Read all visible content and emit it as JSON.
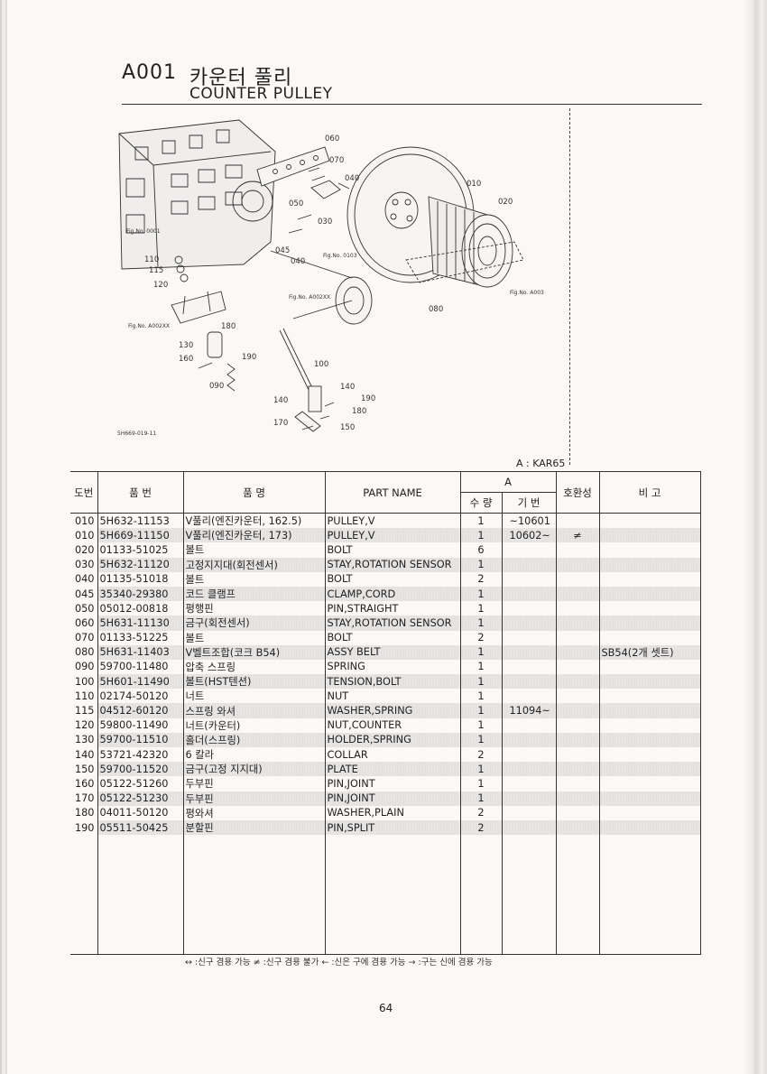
{
  "header": {
    "code": "A001",
    "title_kr": "카운터 풀리",
    "title_en": "COUNTER PULLEY"
  },
  "diagram": {
    "callouts": [
      "060",
      "070",
      "040",
      "050",
      "030",
      "045",
      "040",
      "010",
      "020",
      "110",
      "115",
      "120",
      "180",
      "130",
      "190",
      "160",
      "090",
      "100",
      "140",
      "140",
      "190",
      "180",
      "170",
      "150",
      "080"
    ],
    "fig_refs": [
      "Fig.No. 0001",
      "Fig.No. 0103",
      "Fig.No. A002XX",
      "Fig.No. A002XX",
      "Fig.No. A003"
    ],
    "drawing_no": "5H669-019-11"
  },
  "model_note": "A : KAR65",
  "table": {
    "headers": {
      "no": "도번",
      "part_no": "품 번",
      "name_kr": "품 명",
      "part_name": "PART NAME",
      "group_a": "A",
      "qty": "수 량",
      "serial": "기 번",
      "compat": "호환성",
      "remarks": "비 고"
    },
    "rows": [
      {
        "no": "010",
        "part": "5H632-11153",
        "kr": "V풀리(엔진카운터, 162.5)",
        "en": "PULLEY,V",
        "qty": "1",
        "serial": "~10601",
        "sym": "",
        "remark": "",
        "gray": false
      },
      {
        "no": "010",
        "part": "5H669-11150",
        "kr": "V풀리(엔진카운터, 173)",
        "en": "PULLEY,V",
        "qty": "1",
        "serial": "10602~",
        "sym": "≠",
        "remark": "",
        "gray": true
      },
      {
        "no": "020",
        "part": "01133-51025",
        "kr": "볼트",
        "en": "BOLT",
        "qty": "6",
        "serial": "",
        "sym": "",
        "remark": "",
        "gray": false
      },
      {
        "no": "030",
        "part": "5H632-11120",
        "kr": "고정지지대(회전센서)",
        "en": "STAY,ROTATION SENSOR",
        "qty": "1",
        "serial": "",
        "sym": "",
        "remark": "",
        "gray": true
      },
      {
        "no": "040",
        "part": "01135-51018",
        "kr": "볼트",
        "en": "BOLT",
        "qty": "2",
        "serial": "",
        "sym": "",
        "remark": "",
        "gray": false
      },
      {
        "no": "045",
        "part": "35340-29380",
        "kr": "코드 클램프",
        "en": "CLAMP,CORD",
        "qty": "1",
        "serial": "",
        "sym": "",
        "remark": "",
        "gray": true
      },
      {
        "no": "050",
        "part": "05012-00818",
        "kr": "평행핀",
        "en": "PIN,STRAIGHT",
        "qty": "1",
        "serial": "",
        "sym": "",
        "remark": "",
        "gray": false
      },
      {
        "no": "060",
        "part": "5H631-11130",
        "kr": "금구(회전센서)",
        "en": "STAY,ROTATION SENSOR",
        "qty": "1",
        "serial": "",
        "sym": "",
        "remark": "",
        "gray": true
      },
      {
        "no": "070",
        "part": "01133-51225",
        "kr": "볼트",
        "en": "BOLT",
        "qty": "2",
        "serial": "",
        "sym": "",
        "remark": "",
        "gray": false
      },
      {
        "no": "080",
        "part": "5H631-11403",
        "kr": "V벨트조합(코크 B54)",
        "en": "ASSY BELT",
        "qty": "1",
        "serial": "",
        "sym": "",
        "remark": "SB54(2개 셋트)",
        "gray": true
      },
      {
        "no": "090",
        "part": "59700-11480",
        "kr": "압축 스프링",
        "en": "SPRING",
        "qty": "1",
        "serial": "",
        "sym": "",
        "remark": "",
        "gray": false
      },
      {
        "no": "100",
        "part": "5H601-11490",
        "kr": "볼트(HST텐션)",
        "en": "TENSION,BOLT",
        "qty": "1",
        "serial": "",
        "sym": "",
        "remark": "",
        "gray": true
      },
      {
        "no": "110",
        "part": "02174-50120",
        "kr": "너트",
        "en": "NUT",
        "qty": "1",
        "serial": "",
        "sym": "",
        "remark": "",
        "gray": false
      },
      {
        "no": "115",
        "part": "04512-60120",
        "kr": "스프링 와셔",
        "en": "WASHER,SPRING",
        "qty": "1",
        "serial": "11094~",
        "sym": "",
        "remark": "",
        "gray": true
      },
      {
        "no": "120",
        "part": "59800-11490",
        "kr": "너트(카운터)",
        "en": "NUT,COUNTER",
        "qty": "1",
        "serial": "",
        "sym": "",
        "remark": "",
        "gray": false
      },
      {
        "no": "130",
        "part": "59700-11510",
        "kr": "홀더(스프링)",
        "en": "HOLDER,SPRING",
        "qty": "1",
        "serial": "",
        "sym": "",
        "remark": "",
        "gray": true
      },
      {
        "no": "140",
        "part": "53721-42320",
        "kr": "6 칼라",
        "en": "COLLAR",
        "qty": "2",
        "serial": "",
        "sym": "",
        "remark": "",
        "gray": false
      },
      {
        "no": "150",
        "part": "59700-11520",
        "kr": "금구(고정 지지대)",
        "en": "PLATE",
        "qty": "1",
        "serial": "",
        "sym": "",
        "remark": "",
        "gray": true
      },
      {
        "no": "160",
        "part": "05122-51260",
        "kr": "두부핀",
        "en": "PIN,JOINT",
        "qty": "1",
        "serial": "",
        "sym": "",
        "remark": "",
        "gray": false
      },
      {
        "no": "170",
        "part": "05122-51230",
        "kr": "두부핀",
        "en": "PIN,JOINT",
        "qty": "1",
        "serial": "",
        "sym": "",
        "remark": "",
        "gray": true
      },
      {
        "no": "180",
        "part": "04011-50120",
        "kr": "평와셔",
        "en": "WASHER,PLAIN",
        "qty": "2",
        "serial": "",
        "sym": "",
        "remark": "",
        "gray": false
      },
      {
        "no": "190",
        "part": "05511-50425",
        "kr": "분할핀",
        "en": "PIN,SPLIT",
        "qty": "2",
        "serial": "",
        "sym": "",
        "remark": "",
        "gray": true
      }
    ]
  },
  "legend": "↔ :신구 겸용 가능    ≠ :신구 겸용 불가    ← :신은 구에 겸용 가능    → :구는 신에 겸용 가능",
  "page_number": "64"
}
